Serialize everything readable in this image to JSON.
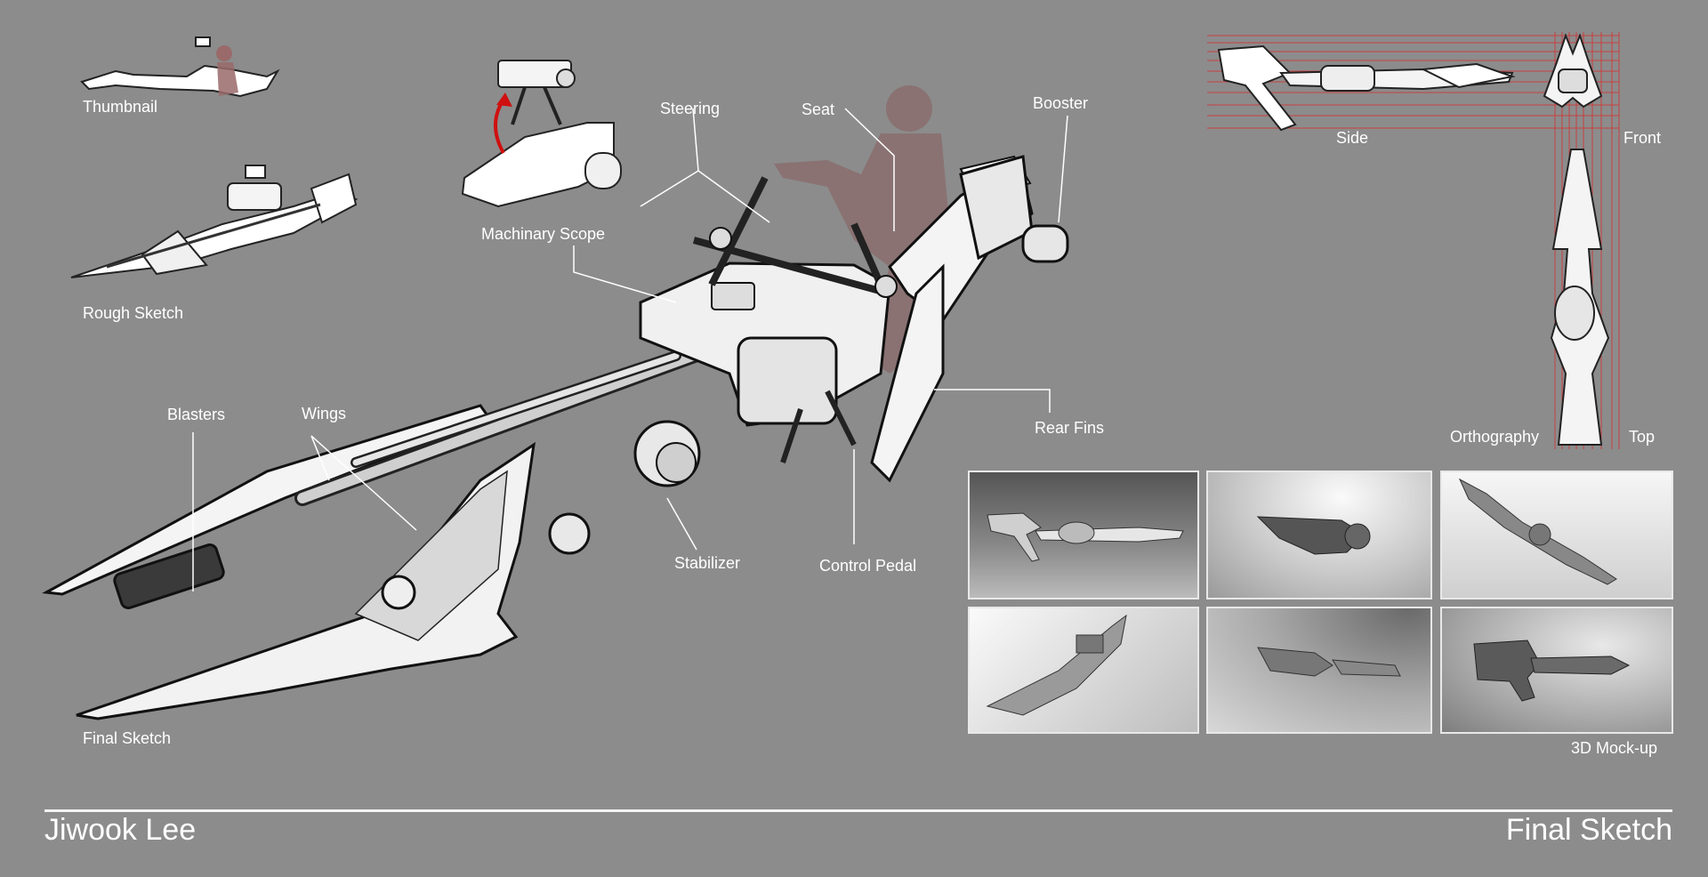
{
  "sheet": {
    "artist": "Jiwook Lee",
    "sheet_title": "Final Sketch"
  },
  "labels": {
    "thumbnail": "Thumbnail",
    "rough_sketch": "Rough Sketch",
    "machinary_scope": "Machinary Scope",
    "steering": "Steering",
    "seat": "Seat",
    "booster": "Booster",
    "rear_fins": "Rear Fins",
    "blasters": "Blasters",
    "wings": "Wings",
    "stabilizer": "Stabilizer",
    "control_pedal": "Control Pedal",
    "final_sketch": "Final Sketch"
  },
  "orthography": {
    "side": "Side",
    "front": "Front",
    "top": "Top",
    "caption": "Orthography"
  },
  "mockup": {
    "caption": "3D Mock-up"
  },
  "colors": {
    "background": "#8c8c8c",
    "line": "#ffffff",
    "guide_red": "#c84040",
    "rider_silhouette": "#8a6a6a"
  }
}
